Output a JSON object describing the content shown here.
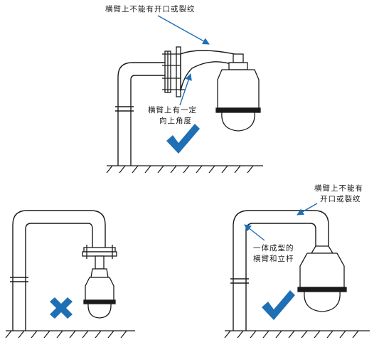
{
  "colors": {
    "line": "#1a1a1a",
    "arrow": "#1f6fb5",
    "check": "#1f6fb5",
    "cross": "#1f6fb5",
    "dome": "#ffffff"
  },
  "top": {
    "callout_no_openings": "横臂上不能有开口或裂纹",
    "callout_upward_line1": "横臂上有一定",
    "callout_upward_line2": "向上角度",
    "verdict": "correct"
  },
  "bottom_left": {
    "verdict": "wrong"
  },
  "bottom_right": {
    "callout_no_openings_line1": "横臂上不能有",
    "callout_no_openings_line2": "开口或裂纹",
    "callout_integral_line1": "一体成型的",
    "callout_integral_line2": "横臂和立杆",
    "verdict": "correct"
  }
}
